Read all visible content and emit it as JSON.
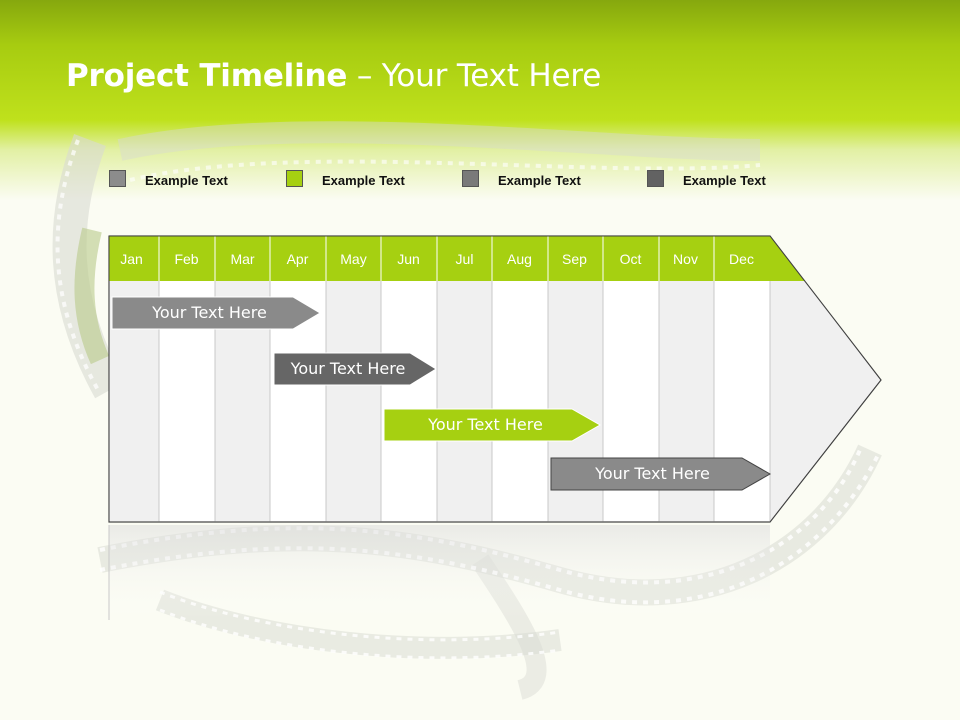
{
  "title": {
    "bold": "Project Timeline",
    "rest": " – Your Text Here"
  },
  "legend": [
    {
      "label": "Example Text",
      "color": "#8c8c8c"
    },
    {
      "label": "Example Text",
      "color": "#a6d011"
    },
    {
      "label": "Example Text",
      "color": "#7a7a7a"
    },
    {
      "label": "Example Text",
      "color": "#626262"
    }
  ],
  "months": [
    "Jan",
    "Feb",
    "Mar",
    "Apr",
    "May",
    "Jun",
    "Jul",
    "Aug",
    "Sep",
    "Oct",
    "Nov",
    "Dec"
  ],
  "tasks": [
    {
      "label": "Your  Text Here",
      "color": "#8a8a8a"
    },
    {
      "label": "Your  Text Here",
      "color": "#666666"
    },
    {
      "label": "Your  Text Here",
      "color": "#a6d011"
    },
    {
      "label": "Your  Text Here",
      "color": "#8a8a8a"
    }
  ],
  "colors": {
    "header": "#a6d011",
    "accent": "#a6d011",
    "grid": "#cccccc"
  }
}
